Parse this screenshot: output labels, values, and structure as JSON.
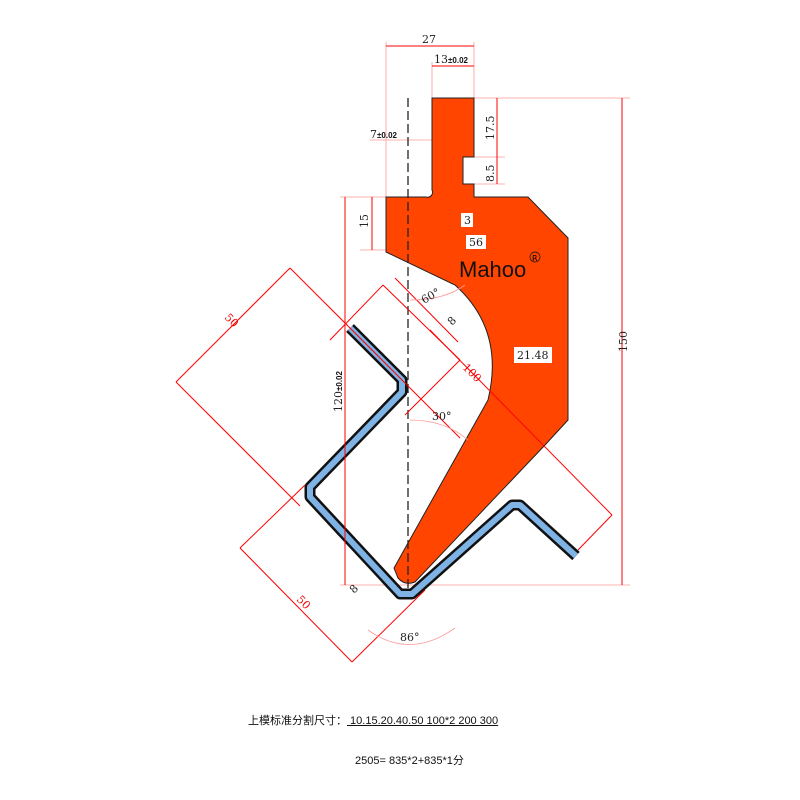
{
  "brand": {
    "name": "Mahoo",
    "mark": "R"
  },
  "dimensions": {
    "width_total": "27",
    "tang_width": "13",
    "tang_tol": "±0.02",
    "offset": "7",
    "offset_tol": "±0.02",
    "tang_height": "17.5",
    "notch_height": "8.5",
    "shoulder": "15",
    "inner_a": "3",
    "inner_b": "56",
    "web": "21.48",
    "height": "150",
    "working_height": "120",
    "working_tol": "±0.02",
    "angle_top": "60°",
    "angle_mid": "30°",
    "angle_tip": "86°",
    "flange_top": "50",
    "flange_bottom": "50",
    "diag": "100",
    "small_a": "8",
    "small_b": "8"
  },
  "notes": {
    "segments_label": "上模标准分割尺寸：",
    "segments_value": " 10.15.20.40.50  100*2  200  300",
    "total_line": "2505= 835*2+835*1分"
  },
  "colors": {
    "punch": "#ff4500",
    "workpiece": "#7fb2e5",
    "dimension": "#ff0000"
  }
}
